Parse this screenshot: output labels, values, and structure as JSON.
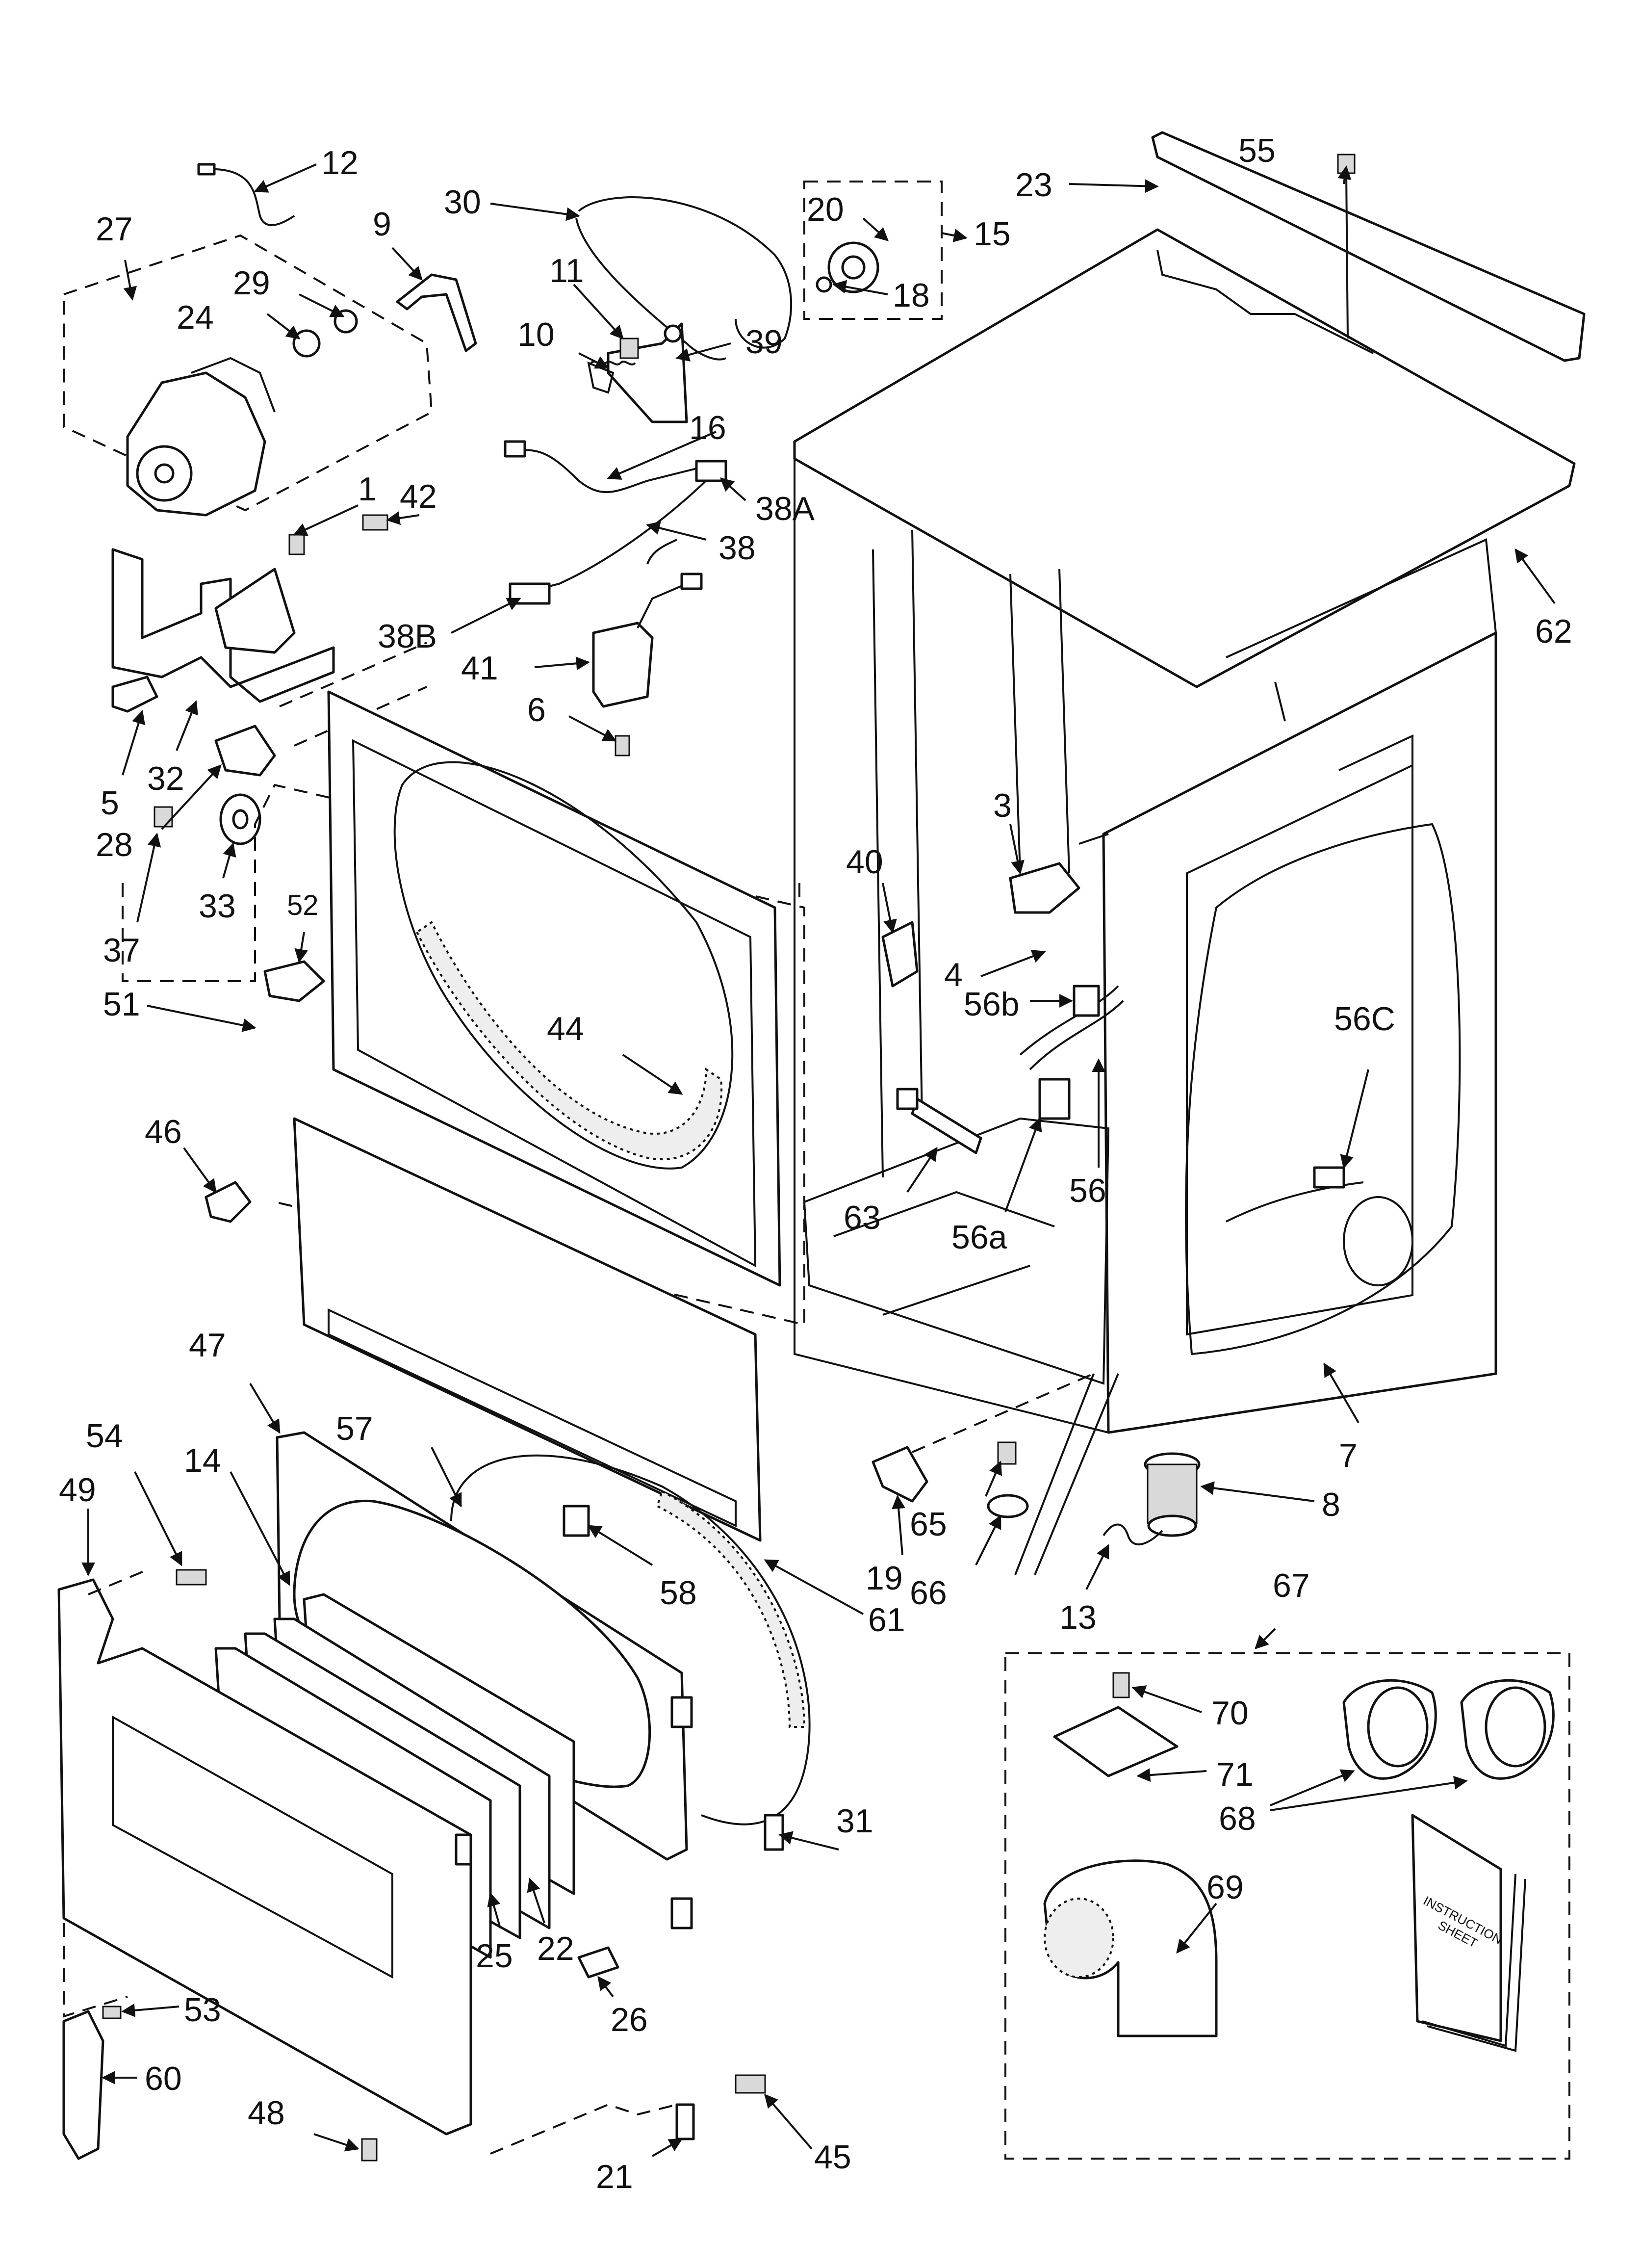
{
  "diagram": {
    "sheet_text": [
      "INSTRUCTION",
      "SHEET"
    ],
    "parts": [
      {
        "id": "1",
        "label": "1"
      },
      {
        "id": "3",
        "label": "3"
      },
      {
        "id": "4",
        "label": "4"
      },
      {
        "id": "5",
        "label": "5"
      },
      {
        "id": "6",
        "label": "6"
      },
      {
        "id": "7",
        "label": "7"
      },
      {
        "id": "8",
        "label": "8"
      },
      {
        "id": "9",
        "label": "9"
      },
      {
        "id": "10",
        "label": "10"
      },
      {
        "id": "11",
        "label": "11"
      },
      {
        "id": "12",
        "label": "12"
      },
      {
        "id": "13",
        "label": "13"
      },
      {
        "id": "14",
        "label": "14"
      },
      {
        "id": "15",
        "label": "15"
      },
      {
        "id": "16",
        "label": "16"
      },
      {
        "id": "18",
        "label": "18"
      },
      {
        "id": "19",
        "label": "19"
      },
      {
        "id": "20",
        "label": "20"
      },
      {
        "id": "21",
        "label": "21"
      },
      {
        "id": "22",
        "label": "22"
      },
      {
        "id": "23",
        "label": "23"
      },
      {
        "id": "24",
        "label": "24"
      },
      {
        "id": "25",
        "label": "25"
      },
      {
        "id": "26",
        "label": "26"
      },
      {
        "id": "27",
        "label": "27"
      },
      {
        "id": "28",
        "label": "28"
      },
      {
        "id": "29",
        "label": "29"
      },
      {
        "id": "30",
        "label": "30"
      },
      {
        "id": "31",
        "label": "31"
      },
      {
        "id": "32",
        "label": "32"
      },
      {
        "id": "33",
        "label": "33"
      },
      {
        "id": "37",
        "label": "37"
      },
      {
        "id": "38",
        "label": "38"
      },
      {
        "id": "38A",
        "label": "38A"
      },
      {
        "id": "38B",
        "label": "38B"
      },
      {
        "id": "39",
        "label": "39"
      },
      {
        "id": "40",
        "label": "40"
      },
      {
        "id": "41",
        "label": "41"
      },
      {
        "id": "42",
        "label": "42"
      },
      {
        "id": "44",
        "label": "44"
      },
      {
        "id": "45",
        "label": "45"
      },
      {
        "id": "46",
        "label": "46"
      },
      {
        "id": "47",
        "label": "47"
      },
      {
        "id": "48",
        "label": "48"
      },
      {
        "id": "49",
        "label": "49"
      },
      {
        "id": "51",
        "label": "51"
      },
      {
        "id": "52",
        "label": "52"
      },
      {
        "id": "53",
        "label": "53"
      },
      {
        "id": "54",
        "label": "54"
      },
      {
        "id": "55",
        "label": "55"
      },
      {
        "id": "56",
        "label": "56"
      },
      {
        "id": "56a",
        "label": "56a"
      },
      {
        "id": "56b",
        "label": "56b"
      },
      {
        "id": "56C",
        "label": "56C"
      },
      {
        "id": "57",
        "label": "57"
      },
      {
        "id": "58",
        "label": "58"
      },
      {
        "id": "60",
        "label": "60"
      },
      {
        "id": "61",
        "label": "61"
      },
      {
        "id": "62",
        "label": "62"
      },
      {
        "id": "63",
        "label": "63"
      },
      {
        "id": "65",
        "label": "65"
      },
      {
        "id": "66",
        "label": "66"
      },
      {
        "id": "67",
        "label": "67"
      },
      {
        "id": "68",
        "label": "68"
      },
      {
        "id": "69",
        "label": "69"
      },
      {
        "id": "70",
        "label": "70"
      },
      {
        "id": "71",
        "label": "71"
      }
    ]
  }
}
